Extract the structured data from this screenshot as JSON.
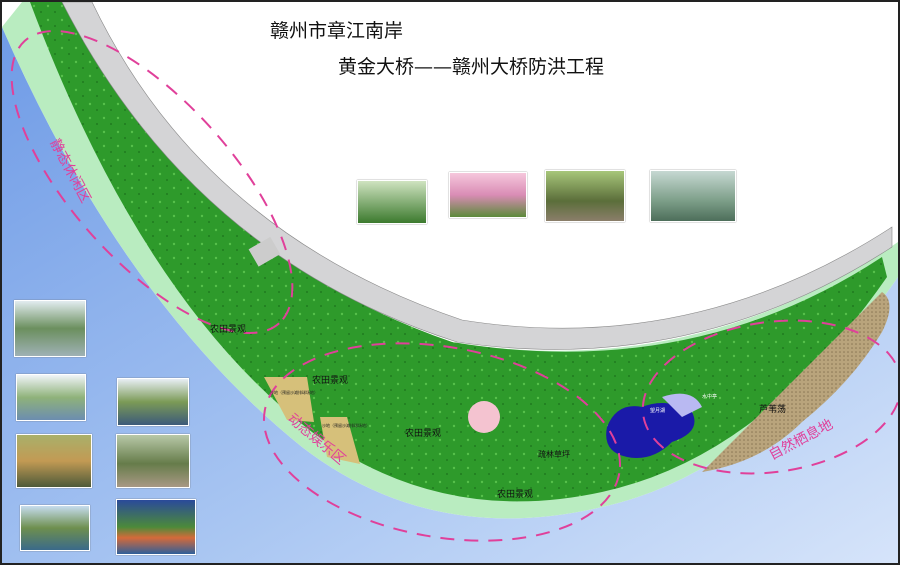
{
  "title": {
    "line1": "赣州市章江南岸",
    "line2": "黄金大桥——赣州大桥防洪工程"
  },
  "zones": {
    "static_leisure": "静态休闲区",
    "dynamic_entertainment": "动态娱乐区",
    "natural_habitat": "自然栖息地"
  },
  "labels": {
    "farmland_1": "农田景观",
    "farmland_2": "农田景观",
    "farmland_3": "农田景观",
    "farmland_4": "农田景观",
    "sand_1": "沙地（预留沙滩排球场地）",
    "sand_2": "沙地（预留沙滩排球场地）",
    "sparse_lawn": "疏林草坪",
    "reed": "芦苇荡",
    "lake": "望月湖",
    "pavilion": "水中亭"
  },
  "colors": {
    "river": "#8fb4ec",
    "park_green": "#2f9a2a",
    "border_green": "#b9ecc0",
    "road": "#d4d4d6",
    "reed": "#b7a47e",
    "zone_dash": "#e0409a",
    "lake": "#1a1aa8"
  },
  "photos": [
    "garden-pavilion",
    "cherry-blossom",
    "rock-pond",
    "lake-reeds",
    "lakeside-trees",
    "waterside-deck",
    "reed-pond",
    "boat-reeds",
    "park-path",
    "pond-reeds",
    "floral-island"
  ]
}
